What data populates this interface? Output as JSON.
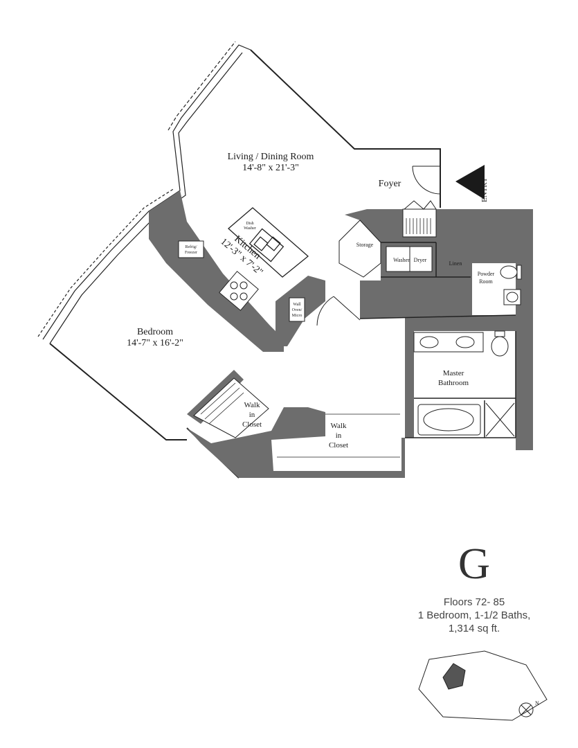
{
  "rooms": {
    "living": {
      "name": "Living / Dining Room",
      "dims": "14'-8\" x 21'-3\""
    },
    "foyer": "Foyer",
    "entry": "ENTRY",
    "storage": "Storage",
    "washer": "Washer",
    "dryer": "Dryer",
    "linen": "Linen",
    "powder_line1": "Powder",
    "powder_line2": "Room",
    "dishwasher_line1": "Dish",
    "dishwasher_line2": "Washer",
    "kitchen": {
      "name": "Kitchen",
      "dims": "12'-3\" x 7'-2\""
    },
    "refrig_line1": "Refrig/",
    "refrig_line2": "Freezer",
    "wall_oven_line1": "Wall",
    "wall_oven_line2": "Oven/",
    "wall_oven_line3": "Micro",
    "bedroom": {
      "name": "Bedroom",
      "dims": "14'-7\" x 16'-2\""
    },
    "master_bath_line1": "Master",
    "master_bath_line2": "Bathroom",
    "closet1": [
      "Walk",
      "in",
      "Closet"
    ],
    "closet2": [
      "Walk",
      "in",
      "Closet"
    ]
  },
  "unit": {
    "letter": "G",
    "floors": "Floors 72- 85",
    "type": "1 Bedroom, 1-1/2 Baths,",
    "area": "1,314 sq ft."
  },
  "compass": "N",
  "colors": {
    "wall": "#6d6d6d",
    "line": "#222222",
    "highlight": "#555555"
  }
}
